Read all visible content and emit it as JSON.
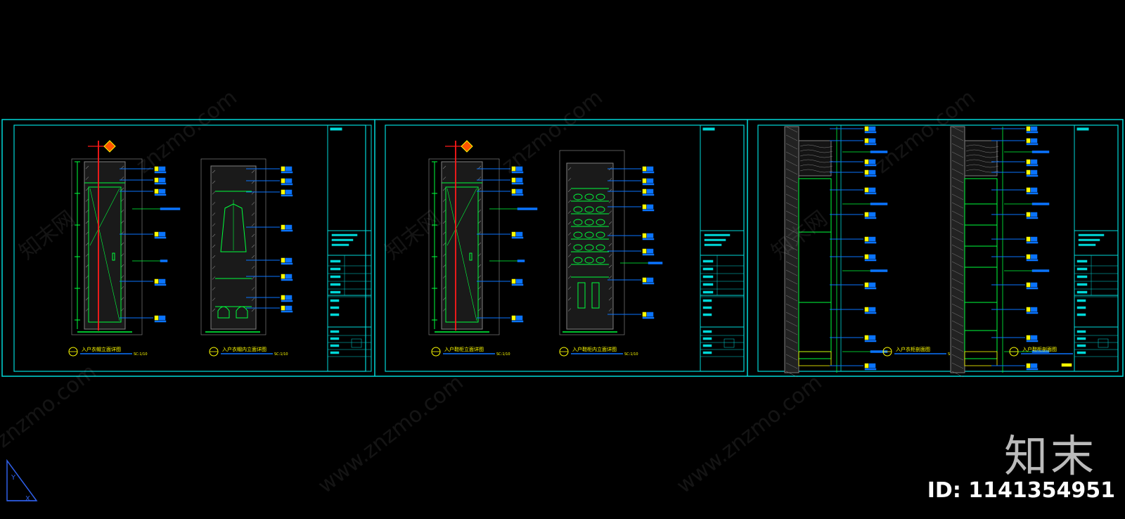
{
  "sheets": [
    {
      "drawings": [
        {
          "caption": "入户衣帽立面详图",
          "scale": "SC:1/10",
          "kind": "elev-door"
        },
        {
          "caption": "入户衣帽内立面详图",
          "scale": "SC:1/10",
          "kind": "elev-clothes"
        }
      ]
    },
    {
      "drawings": [
        {
          "caption": "入户鞋柜立面详图",
          "scale": "SC:1/10",
          "kind": "elev-door"
        },
        {
          "caption": "入户鞋柜内立面详图",
          "scale": "SC:1/10",
          "kind": "elev-shoes"
        }
      ]
    },
    {
      "drawings": [
        {
          "caption": "入户衣柜剖面图",
          "scale": "SC:1/7",
          "kind": "section-a"
        },
        {
          "caption": "入户鞋柜剖面图",
          "scale": "",
          "kind": "section-b"
        }
      ]
    }
  ],
  "watermark": {
    "site": "znzmo.com",
    "url": "www.znzmo.com",
    "cn": "知末网"
  },
  "brand": {
    "name": "知末",
    "id_label": "ID: 1141354951"
  },
  "colors": {
    "background": "#000000",
    "frame": "#00d8d8",
    "detail": "#00ff3c",
    "tag": "#ffff00",
    "leader": "#0a74ff",
    "axis": "#ff1a1a",
    "hatch": "#7f7f7f"
  },
  "ucs_icon": {
    "x_label": "X",
    "y_label": "Y"
  }
}
